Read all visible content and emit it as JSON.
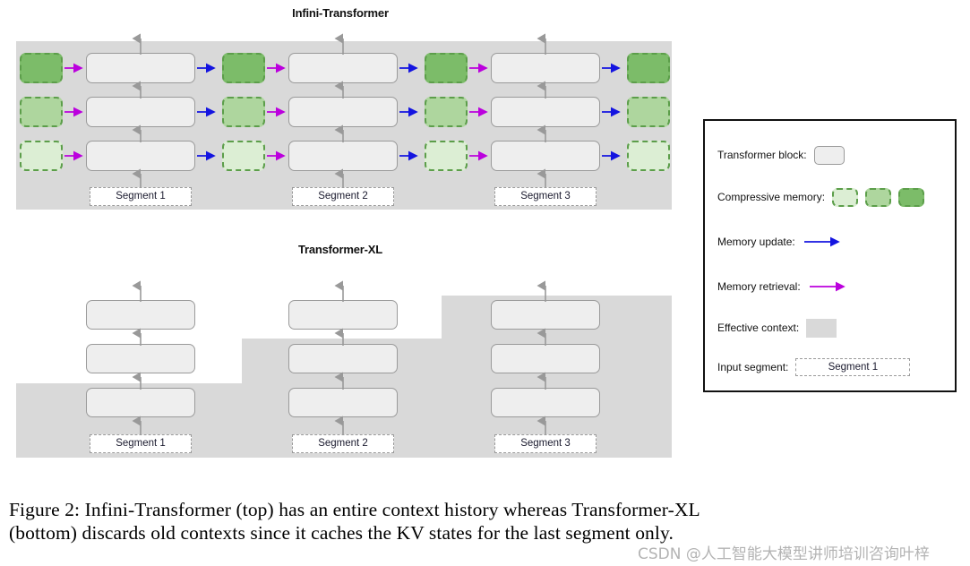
{
  "figure": {
    "top_title": "Infini-Transformer",
    "bottom_title": "Transformer-XL",
    "caption_line1": "Figure 2: Infini-Transformer (top) has an entire context history whereas Transformer-XL",
    "caption_line2": "(bottom) discards old contexts since it caches the KV states for the last segment only."
  },
  "watermark": {
    "text": "CSDN @人工智能大模型讲师培训咨询叶梓"
  },
  "infini": {
    "segments": [
      {
        "label": "Segment 1"
      },
      {
        "label": "Segment 2"
      },
      {
        "label": "Segment 3"
      }
    ]
  },
  "xl": {
    "segments": [
      {
        "label": "Segment 1"
      },
      {
        "label": "Segment 2"
      },
      {
        "label": "Segment 3"
      }
    ]
  },
  "legend": {
    "rows": [
      {
        "label": "Transformer block:"
      },
      {
        "label": "Compressive memory:"
      },
      {
        "label": "Memory update:"
      },
      {
        "label": "Memory retrieval:"
      },
      {
        "label": "Effective context:"
      },
      {
        "label": "Input segment:"
      }
    ],
    "input_segment_value": "Segment 1"
  },
  "colors": {
    "memory_dark": "#7cbc69",
    "memory_medium": "#aed69e",
    "memory_light": "#dceed4",
    "memory_border": "#5c9e4a",
    "block_fill": "#eeeeee",
    "block_border": "#9a9a9a",
    "effective_context": "#d9d9d9",
    "memory_update_arrow": "#1414e0",
    "memory_retrieval_arrow": "#bb00dd",
    "flow_arrow": "#999999"
  }
}
